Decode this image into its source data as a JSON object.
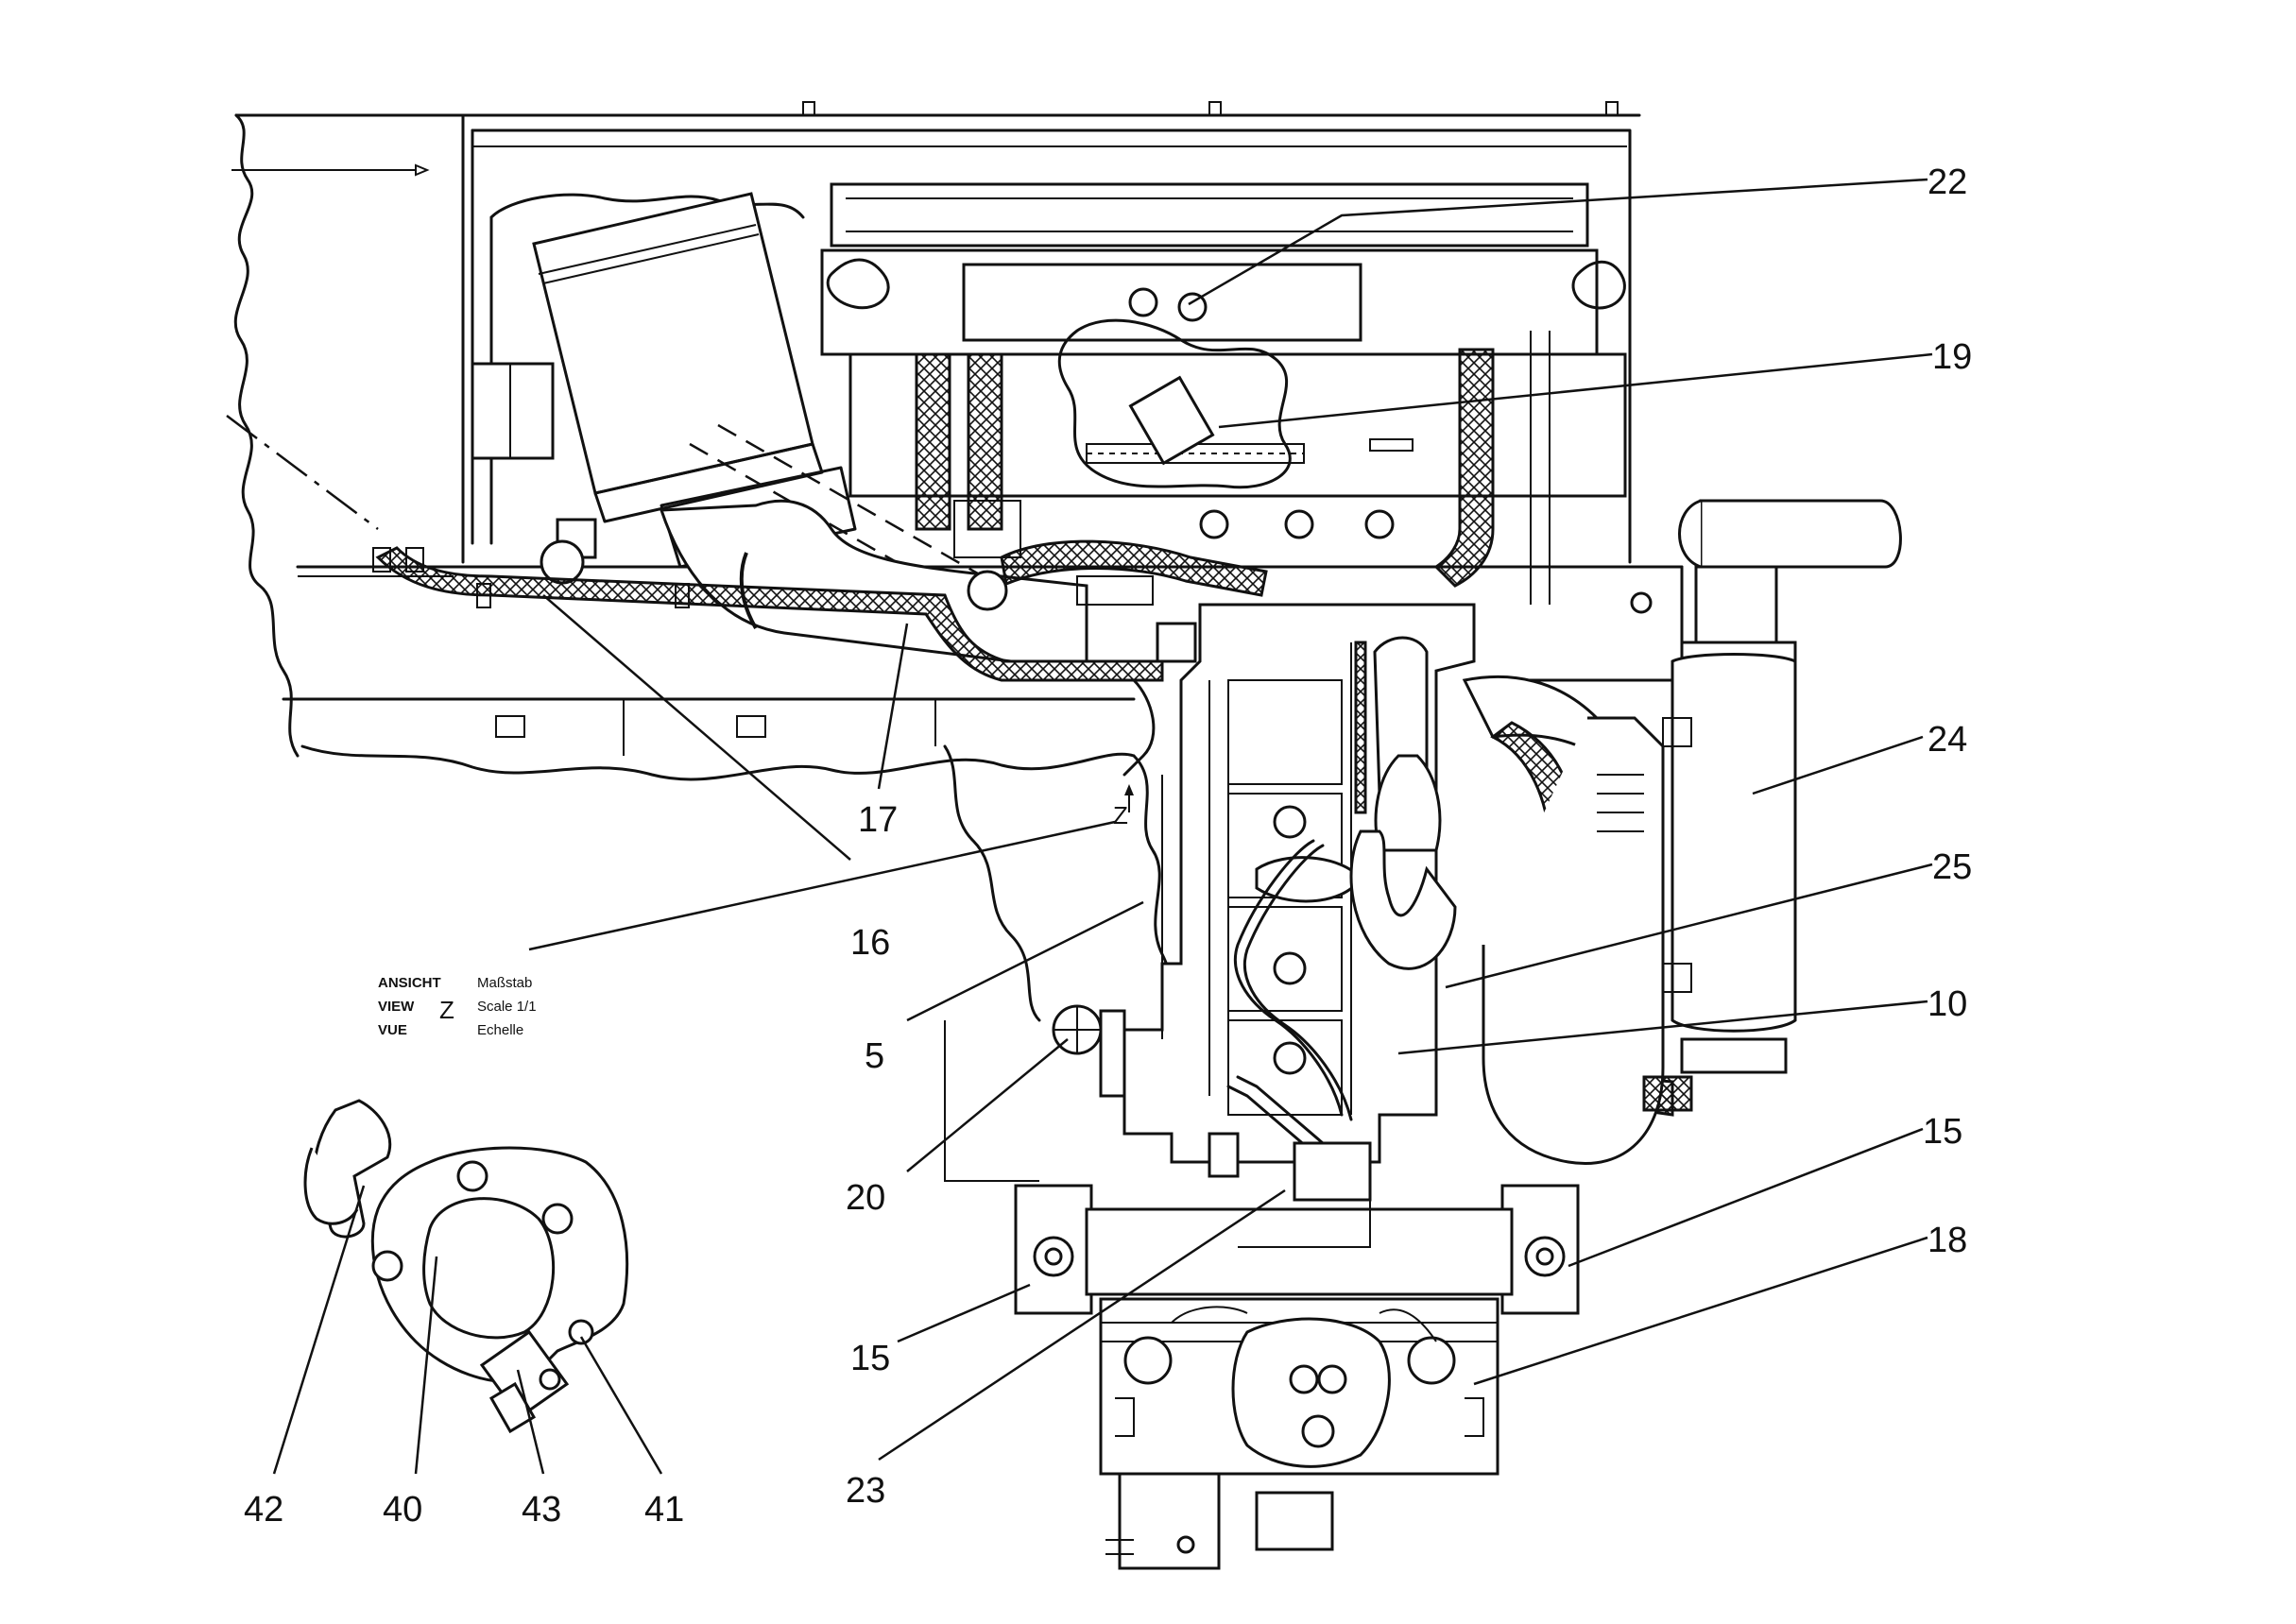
{
  "callouts": {
    "c22": "22",
    "c19": "19",
    "c24": "24",
    "c25": "25",
    "c10": "10",
    "c15a": "15",
    "c18": "18",
    "c15b": "15",
    "c23": "23",
    "c20": "20",
    "c5": "5",
    "c16": "16",
    "c17": "17",
    "c42": "42",
    "c40": "40",
    "c43": "43",
    "c41": "41"
  },
  "view_marker": "Z",
  "view_block": {
    "col1": [
      "ANSICHT",
      "VIEW",
      "VUE"
    ],
    "letter": "Z",
    "col2": [
      "Maßstab",
      "Scale  1/1",
      "Echelle"
    ]
  }
}
